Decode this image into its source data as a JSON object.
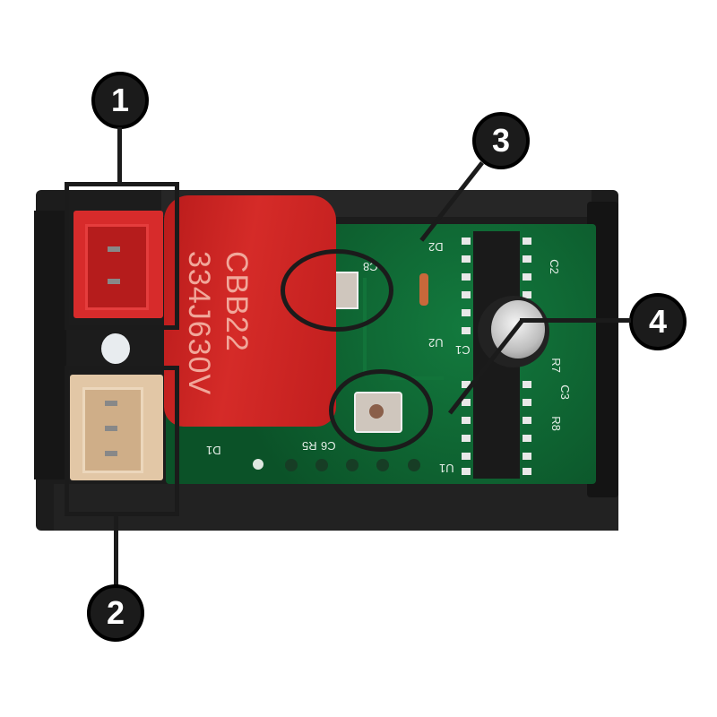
{
  "image": {
    "description": "Top view of a digital panel meter circuit board with numbered callouts",
    "background_color": "#ffffff"
  },
  "component_labels": {
    "film_capacitor": {
      "line1": "CBB22",
      "line2": "334J630V",
      "color": "#c8201f"
    },
    "silkscreen": [
      "C8",
      "D2",
      "U2",
      "C1",
      "C2",
      "C3",
      "R7",
      "R8",
      "R5",
      "C6",
      "D1",
      "U1"
    ]
  },
  "callouts": [
    {
      "number": "1",
      "target": "red 2-pin connector (top left)"
    },
    {
      "number": "2",
      "target": "beige 3-pin connector (bottom left)"
    },
    {
      "number": "3",
      "target": "upper trimmer potentiometer"
    },
    {
      "number": "4",
      "target": "lower trimmer potentiometer"
    }
  ],
  "colors": {
    "callout_fill": "#1b1b1b",
    "callout_text": "#ffffff",
    "pcb_green": "#0d5a2e",
    "connector_red": "#d72b2b",
    "connector_beige": "#e2c7a6"
  }
}
